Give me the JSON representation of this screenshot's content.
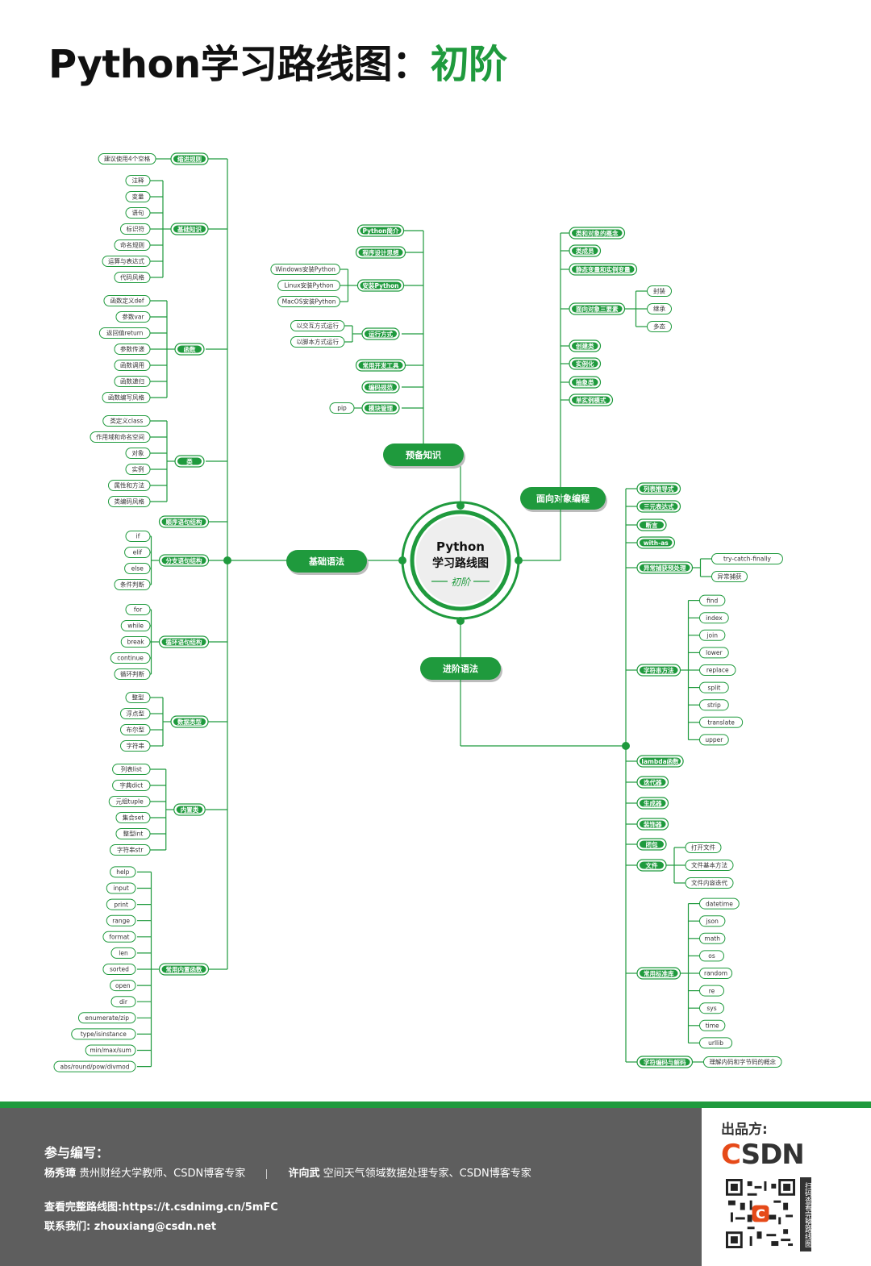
{
  "title": {
    "main": "Python学习路线图：",
    "highlight": "初阶"
  },
  "center": {
    "line1": "Python",
    "line2": "学习路线图",
    "line3": "初阶"
  },
  "branches": {
    "basic": "基础语法",
    "prep": "预备知识",
    "oop": "面向对象编程",
    "advanced": "进阶语法"
  },
  "basic_groups": [
    {
      "label": "缩进规则",
      "items": [
        "建议使用4个空格"
      ]
    },
    {
      "label": "基础知识",
      "items": [
        "注释",
        "变量",
        "语句",
        "标识符",
        "命名规则",
        "运算与表达式",
        "代码风格"
      ]
    },
    {
      "label": "函数",
      "items": [
        "函数定义def",
        "参数var",
        "返回值return",
        "参数传递",
        "函数调用",
        "函数递归",
        "函数编写风格"
      ]
    },
    {
      "label": "类",
      "items": [
        "类定义class",
        "作用域和命名空间",
        "对象",
        "实例",
        "属性和方法",
        "类编码风格"
      ]
    },
    {
      "label": "顺序语句结构",
      "items": []
    },
    {
      "label": "分支语句结构",
      "items": [
        "if",
        "elif",
        "else",
        "条件判断"
      ]
    },
    {
      "label": "循环语句结构",
      "items": [
        "for",
        "while",
        "break",
        "continue",
        "循环判断"
      ]
    },
    {
      "label": "数据类型",
      "items": [
        "整型",
        "浮点型",
        "布尔型",
        "字符串"
      ]
    },
    {
      "label": "内置类",
      "items": [
        "列表list",
        "字典dict",
        "元组tuple",
        "集合set",
        "整型int",
        "字符串str"
      ]
    },
    {
      "label": "常用内置函数",
      "items": [
        "help",
        "input",
        "print",
        "range",
        "format",
        "len",
        "sorted",
        "open",
        "dir",
        "enumerate/zip",
        "type/isinstance",
        "min/max/sum",
        "abs/round/pow/divmod"
      ]
    }
  ],
  "prep_groups": [
    {
      "label": "Python简介",
      "items": []
    },
    {
      "label": "程序设计思想",
      "items": []
    },
    {
      "label": "安装Python",
      "items": [
        "Windows安装Python",
        "Linux安装Python",
        "MacOS安装Python"
      ]
    },
    {
      "label": "运行方式",
      "items": [
        "以交互方式运行",
        "以脚本方式运行"
      ]
    },
    {
      "label": "常用开发工具",
      "items": []
    },
    {
      "label": "编码规范",
      "items": []
    },
    {
      "label": "模块管理",
      "items": [
        "pip"
      ]
    }
  ],
  "oop_groups": [
    {
      "label": "类和对象的概念",
      "items": []
    },
    {
      "label": "类成员",
      "items": []
    },
    {
      "label": "静态变量和实例变量",
      "items": []
    },
    {
      "label": "面向对象三要素",
      "items": [
        "封装",
        "继承",
        "多态"
      ]
    },
    {
      "label": "创建类",
      "items": []
    },
    {
      "label": "实例化",
      "items": []
    },
    {
      "label": "抽象类",
      "items": []
    },
    {
      "label": "单实例模式",
      "items": []
    }
  ],
  "adv_groups": [
    {
      "label": "列表推导式",
      "items": []
    },
    {
      "label": "三元表达式",
      "items": []
    },
    {
      "label": "断言",
      "items": []
    },
    {
      "label": "with-as",
      "items": []
    },
    {
      "label": "异常捕获预处理",
      "items": [
        "try-catch-finally",
        "异常捕获"
      ]
    },
    {
      "label": "字符串方法",
      "items": [
        "find",
        "index",
        "join",
        "lower",
        "replace",
        "split",
        "strip",
        "translate",
        "upper"
      ]
    },
    {
      "label": "lambda函数",
      "items": []
    },
    {
      "label": "迭代器",
      "items": []
    },
    {
      "label": "生成器",
      "items": []
    },
    {
      "label": "装饰器",
      "items": []
    },
    {
      "label": "闭包",
      "items": []
    },
    {
      "label": "文件",
      "items": [
        "打开文件",
        "文件基本方法",
        "文件内容迭代"
      ]
    },
    {
      "label": "常用标准库",
      "items": [
        "datetime",
        "json",
        "math",
        "os",
        "random",
        "re",
        "sys",
        "time",
        "urllib"
      ]
    },
    {
      "label": "字符编码与解码",
      "items": [
        "理解内码和字节码的概念"
      ]
    }
  ],
  "footer": {
    "contrib_label": "参与编写：",
    "author1_name": "杨秀璋",
    "author1_desc": "贵州财经大学教师、CSDN博客专家",
    "author2_name": "许向武",
    "author2_desc": "空间天气领域数据处理专家、CSDN博客专家",
    "link": "查看完整路线图:https://t.csdnimg.cn/5mFC",
    "contact": "联系我们: zhouxiang@csdn.net",
    "publisher_label": "出品方:",
    "logo_c": "C",
    "logo_rest": "SDN",
    "scan_text": "扫码查看完整路线图"
  },
  "colors": {
    "accent": "#1f9a3d",
    "footer_bg": "#5e5e5e"
  }
}
